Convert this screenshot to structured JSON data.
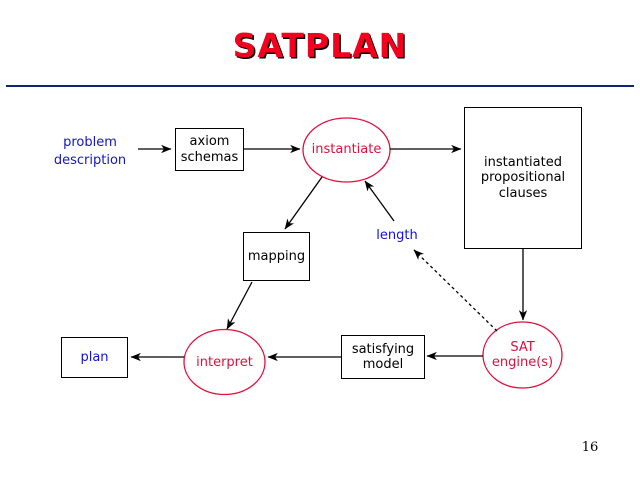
{
  "slide": {
    "title": "SATPLAN",
    "title_color": "#f4001e",
    "rule_color": "#10246b",
    "page_number": "16",
    "background": "#ffffff"
  },
  "palette": {
    "red_accent": "#e10f3c",
    "blue_text": "#1414d2",
    "black": "#000000"
  },
  "diagram": {
    "nodes": {
      "problem_description": {
        "label": "problem\ndescription",
        "shape": "text",
        "color": "#1414d2"
      },
      "axiom_schemas": {
        "label": "axiom\nschemas",
        "shape": "rect",
        "color": "#000000"
      },
      "instantiate": {
        "label": "instantiate",
        "shape": "ellipse",
        "color": "#e10f3c"
      },
      "instantiated_clauses": {
        "label": "instantiated\npropositional\nclauses",
        "shape": "rect",
        "color": "#000000"
      },
      "mapping": {
        "label": "mapping",
        "shape": "rect",
        "color": "#000000"
      },
      "length": {
        "label": "length",
        "shape": "text",
        "color": "#1414d2"
      },
      "sat_engines": {
        "label": "SAT\nengine(s)",
        "shape": "ellipse",
        "color": "#e10f3c"
      },
      "satisfying_model": {
        "label": "satisfying\nmodel",
        "shape": "rect",
        "color": "#000000"
      },
      "interpret": {
        "label": "interpret",
        "shape": "ellipse",
        "color": "#e10f3c"
      },
      "plan": {
        "label": "plan",
        "shape": "rect",
        "color": "#1414d2"
      }
    },
    "edges": [
      {
        "from": "problem_description",
        "to": "axiom_schemas",
        "style": "solid"
      },
      {
        "from": "axiom_schemas",
        "to": "instantiate",
        "style": "solid"
      },
      {
        "from": "instantiate",
        "to": "instantiated_clauses",
        "style": "solid"
      },
      {
        "from": "instantiate",
        "to": "mapping",
        "style": "solid"
      },
      {
        "from": "length",
        "to": "instantiate",
        "style": "solid"
      },
      {
        "from": "instantiated_clauses",
        "to": "sat_engines",
        "style": "solid"
      },
      {
        "from": "sat_engines",
        "to": "length",
        "style": "dashed"
      },
      {
        "from": "sat_engines",
        "to": "satisfying_model",
        "style": "solid"
      },
      {
        "from": "satisfying_model",
        "to": "interpret",
        "style": "solid"
      },
      {
        "from": "mapping",
        "to": "interpret",
        "style": "solid"
      },
      {
        "from": "interpret",
        "to": "plan",
        "style": "solid"
      }
    ]
  }
}
